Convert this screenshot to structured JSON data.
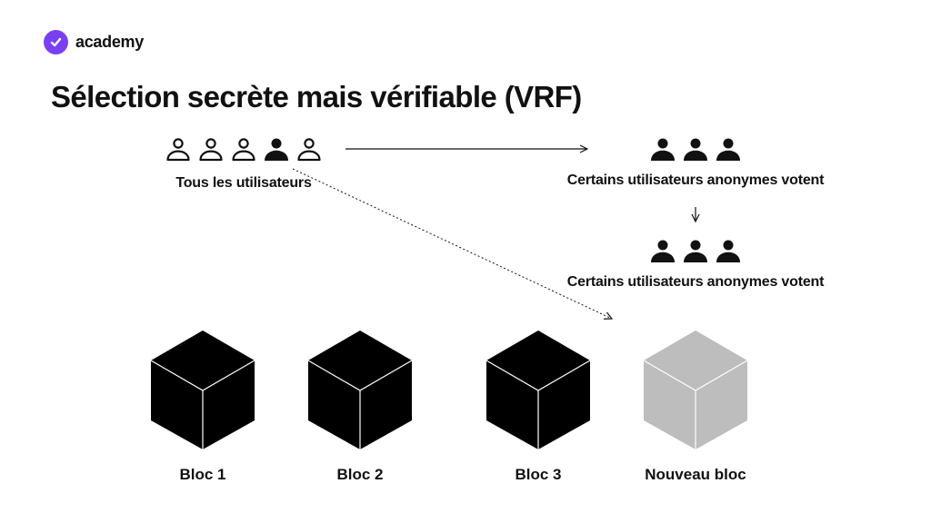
{
  "brand": {
    "name": "academy",
    "accent": "#7b3ff2"
  },
  "title": "Sélection secrète mais vérifiable (VRF)",
  "users": {
    "label": "Tous les utilisateurs",
    "icons": [
      "user-outline-icon",
      "user-outline-icon",
      "user-outline-icon",
      "user-filled-icon",
      "user-outline-icon"
    ]
  },
  "voters": [
    {
      "label": "Certains utilisateurs anonymes votent",
      "icons": [
        "user-filled-icon",
        "user-filled-icon",
        "user-filled-icon"
      ]
    },
    {
      "label": "Certains utilisateurs anonymes votent",
      "icons": [
        "user-filled-icon",
        "user-filled-icon",
        "user-filled-icon"
      ]
    }
  ],
  "blocks": [
    {
      "label": "Bloc 1",
      "color": "#000000"
    },
    {
      "label": "Bloc 2",
      "color": "#000000"
    },
    {
      "label": "Bloc 3",
      "color": "#000000"
    },
    {
      "label": "Nouveau bloc",
      "color": "#bdbdbd"
    }
  ]
}
